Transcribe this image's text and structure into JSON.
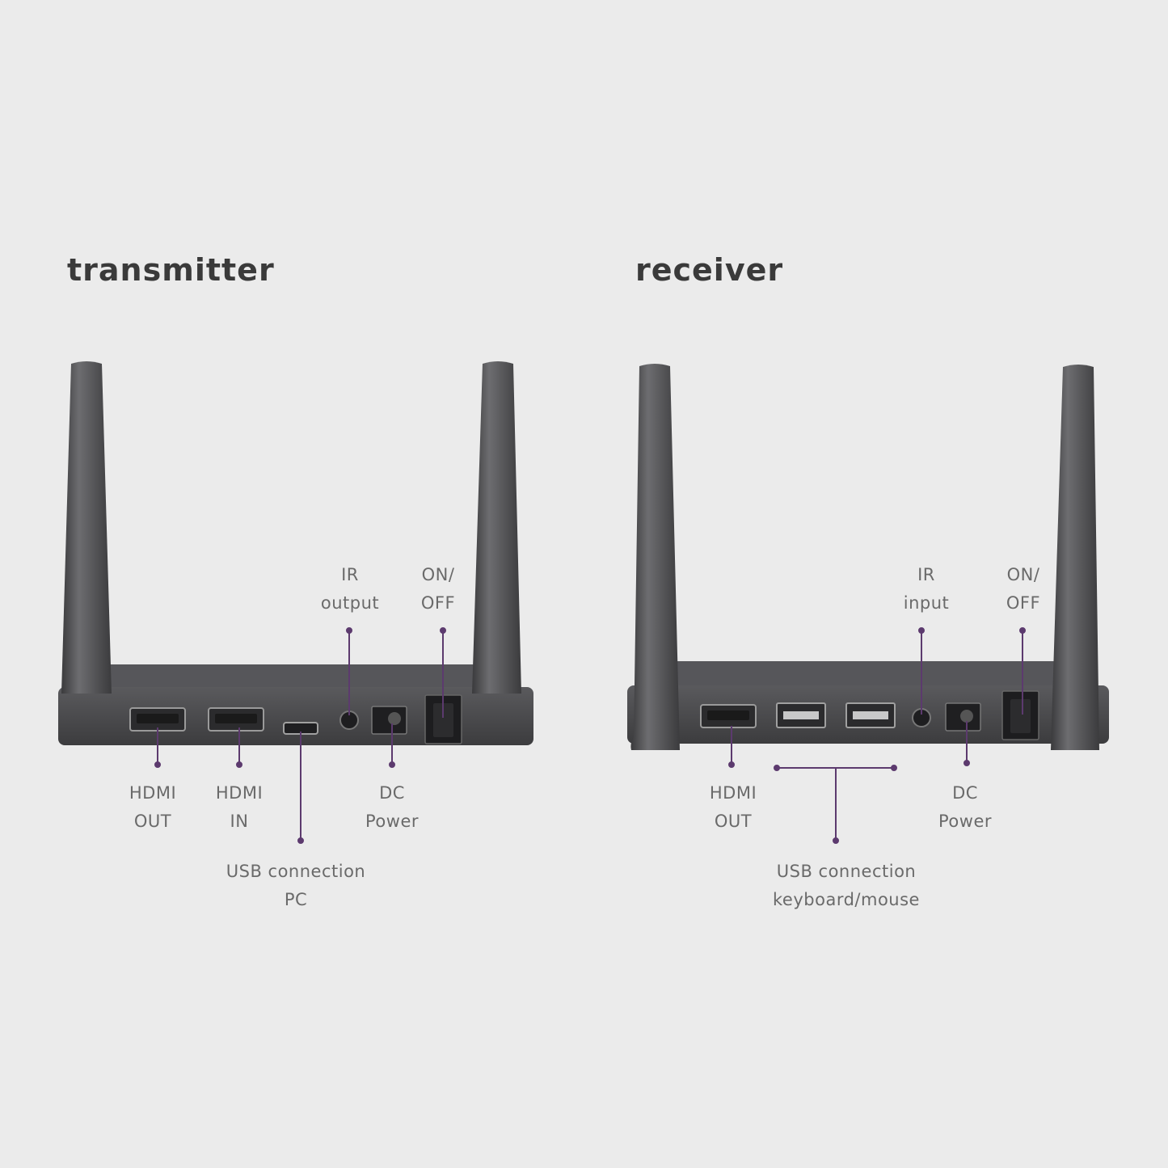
{
  "transmitter": {
    "title": "transmitter",
    "labels": {
      "ir": [
        "IR",
        "output"
      ],
      "onoff": [
        "ON/",
        "OFF"
      ],
      "hdmi_out": [
        "HDMI",
        "OUT"
      ],
      "hdmi_in": [
        "HDMI",
        "IN"
      ],
      "dc": [
        "DC",
        "Power"
      ],
      "usb": [
        "USB connection",
        "PC"
      ]
    }
  },
  "receiver": {
    "title": "receiver",
    "labels": {
      "ir": [
        "IR",
        "input"
      ],
      "onoff": [
        "ON/",
        "OFF"
      ],
      "hdmi_out": [
        "HDMI",
        "OUT"
      ],
      "dc": [
        "DC",
        "Power"
      ],
      "usb": [
        "USB connection",
        "keyboard/mouse"
      ]
    }
  },
  "colors": {
    "background": "#ebebeb",
    "device": "#4a4a4c",
    "leader_line": "#5c3a6e"
  }
}
